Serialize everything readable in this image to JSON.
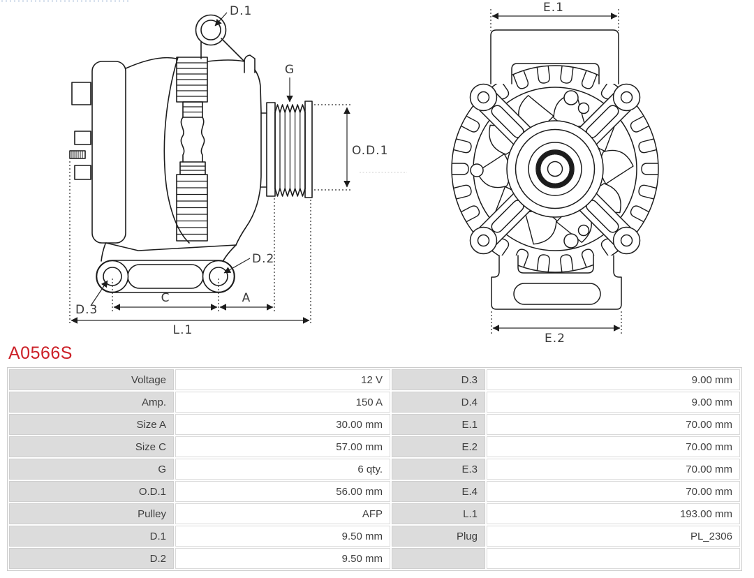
{
  "part": {
    "number": "A0566S"
  },
  "colors": {
    "accent_red": "#cc2128",
    "line": "#1c1c1c",
    "label_cell_bg": "#dcdcdc",
    "table_border": "#cccccc",
    "text": "#3e3e3e"
  },
  "diagram": {
    "side_view": {
      "labels": {
        "d1": "D.1",
        "g": "G",
        "od1": "O.D.1",
        "d2": "D.2",
        "d3": "D.3",
        "c": "C",
        "a": "A",
        "l1": "L.1"
      }
    },
    "front_view": {
      "labels": {
        "e1": "E.1",
        "e2": "E.2"
      }
    }
  },
  "spec_table": {
    "rows": [
      {
        "l1": "Voltage",
        "v1": "12 V",
        "l2": "D.3",
        "v2": "9.00 mm"
      },
      {
        "l1": "Amp.",
        "v1": "150 A",
        "l2": "D.4",
        "v2": "9.00 mm"
      },
      {
        "l1": "Size A",
        "v1": "30.00 mm",
        "l2": "E.1",
        "v2": "70.00 mm"
      },
      {
        "l1": "Size C",
        "v1": "57.00 mm",
        "l2": "E.2",
        "v2": "70.00 mm"
      },
      {
        "l1": "G",
        "v1": "6 qty.",
        "l2": "E.3",
        "v2": "70.00 mm"
      },
      {
        "l1": "O.D.1",
        "v1": "56.00 mm",
        "l2": "E.4",
        "v2": "70.00 mm"
      },
      {
        "l1": "Pulley",
        "v1": "AFP",
        "l2": "L.1",
        "v2": "193.00 mm"
      },
      {
        "l1": "D.1",
        "v1": "9.50 mm",
        "l2": "Plug",
        "v2": "PL_2306"
      },
      {
        "l1": "D.2",
        "v1": "9.50 mm",
        "l2": "",
        "v2": ""
      }
    ]
  }
}
